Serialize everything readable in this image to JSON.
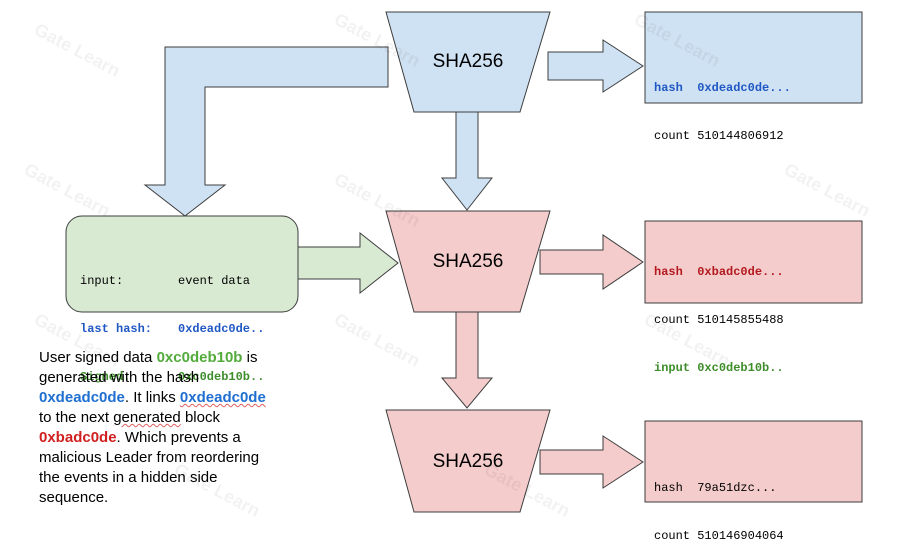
{
  "nodes": {
    "top_hasher": "SHA256",
    "middle_hasher": "SHA256",
    "bottom_hasher": "SHA256"
  },
  "top_output": {
    "hash_key": "hash",
    "hash_value": "0xdeadc0de...",
    "count_key": "count",
    "count_value": "510144806912"
  },
  "middle_output": {
    "hash_key": "hash",
    "hash_value": "0xbadc0de...",
    "count_key": "count",
    "count_value": "510145855488",
    "input_key": "input",
    "input_value": "0xc0deb10b.."
  },
  "bottom_output": {
    "hash_key": "hash",
    "hash_value": "79a51dzc...",
    "count_key": "count",
    "count_value": "510146904064"
  },
  "input_box": {
    "input_key": "input:",
    "input_value": "event data",
    "last_hash_key": "last hash:",
    "last_hash_value": "0xdeadc0de..",
    "signed_key": "Signed:",
    "signed_value": "0xc0deb10b.."
  },
  "note": {
    "t1": "User signed data ",
    "v1": "0xc0deb10b",
    "t2": " is generated with the hash ",
    "v2": "0xdeadc0de",
    "t3": ".  It links ",
    "v3": "0xdeadc0de",
    "t4": " to the next ",
    "t4b": "generated",
    "t4c": " block ",
    "v4": "0xbadc0de",
    "t5": ". Which prevents a malicious Leader from reordering the events in a hidden side sequence."
  },
  "watermark": "Gate Learn",
  "colors": {
    "blue_fill": "#cfe2f3",
    "red_fill": "#f4cccc",
    "green_fill": "#d9ead3",
    "border": "#3d3d3d"
  }
}
